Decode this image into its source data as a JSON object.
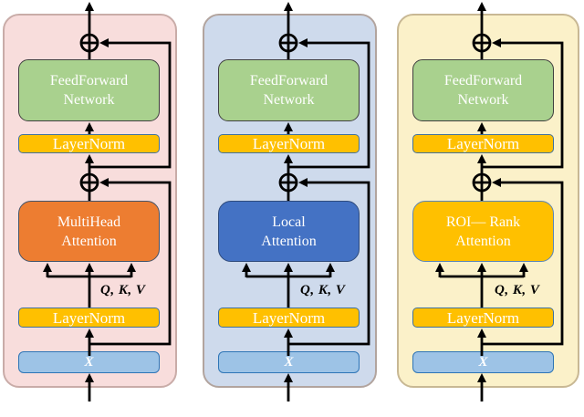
{
  "shared": {
    "feedforward_line1": "FeedForward",
    "feedforward_line2": "Network",
    "layernorm_label": "LayerNorm",
    "qkv_label": "Q, K, V",
    "input_label": "X",
    "add_symbol": "⊕"
  },
  "panels": [
    {
      "id": "multihead-attention-block",
      "attention_line1": "MultiHead",
      "attention_line2": "Attention",
      "background": "#F8DDDC",
      "border_color": "#C9ACA8",
      "attention_fill": "#ED7D31",
      "attention_border": "#44546A"
    },
    {
      "id": "local-attention-block",
      "attention_line1": "Local",
      "attention_line2": "Attention",
      "background": "#CEDAEC",
      "border_color": "#B2A49E",
      "attention_fill": "#4472C4",
      "attention_border": "#2F4B7C"
    },
    {
      "id": "roi-rank-attention-block",
      "attention_line1": "ROI— Rank",
      "attention_line2": "Attention",
      "background": "#FBF1C9",
      "border_color": "#C8B894",
      "attention_fill": "#FFC000",
      "attention_border": "#5B86B8"
    }
  ],
  "colors": {
    "feedforward_fill": "#A9D18E",
    "feedforward_border": "#404040",
    "layernorm_fill": "#FFC000",
    "layernorm_border": "#41719C",
    "input_fill": "#9DC3E6",
    "input_border": "#2E75B6",
    "connector_line": "#000000",
    "box_text": "#FFFFFF",
    "qkv_text": "#000000"
  }
}
